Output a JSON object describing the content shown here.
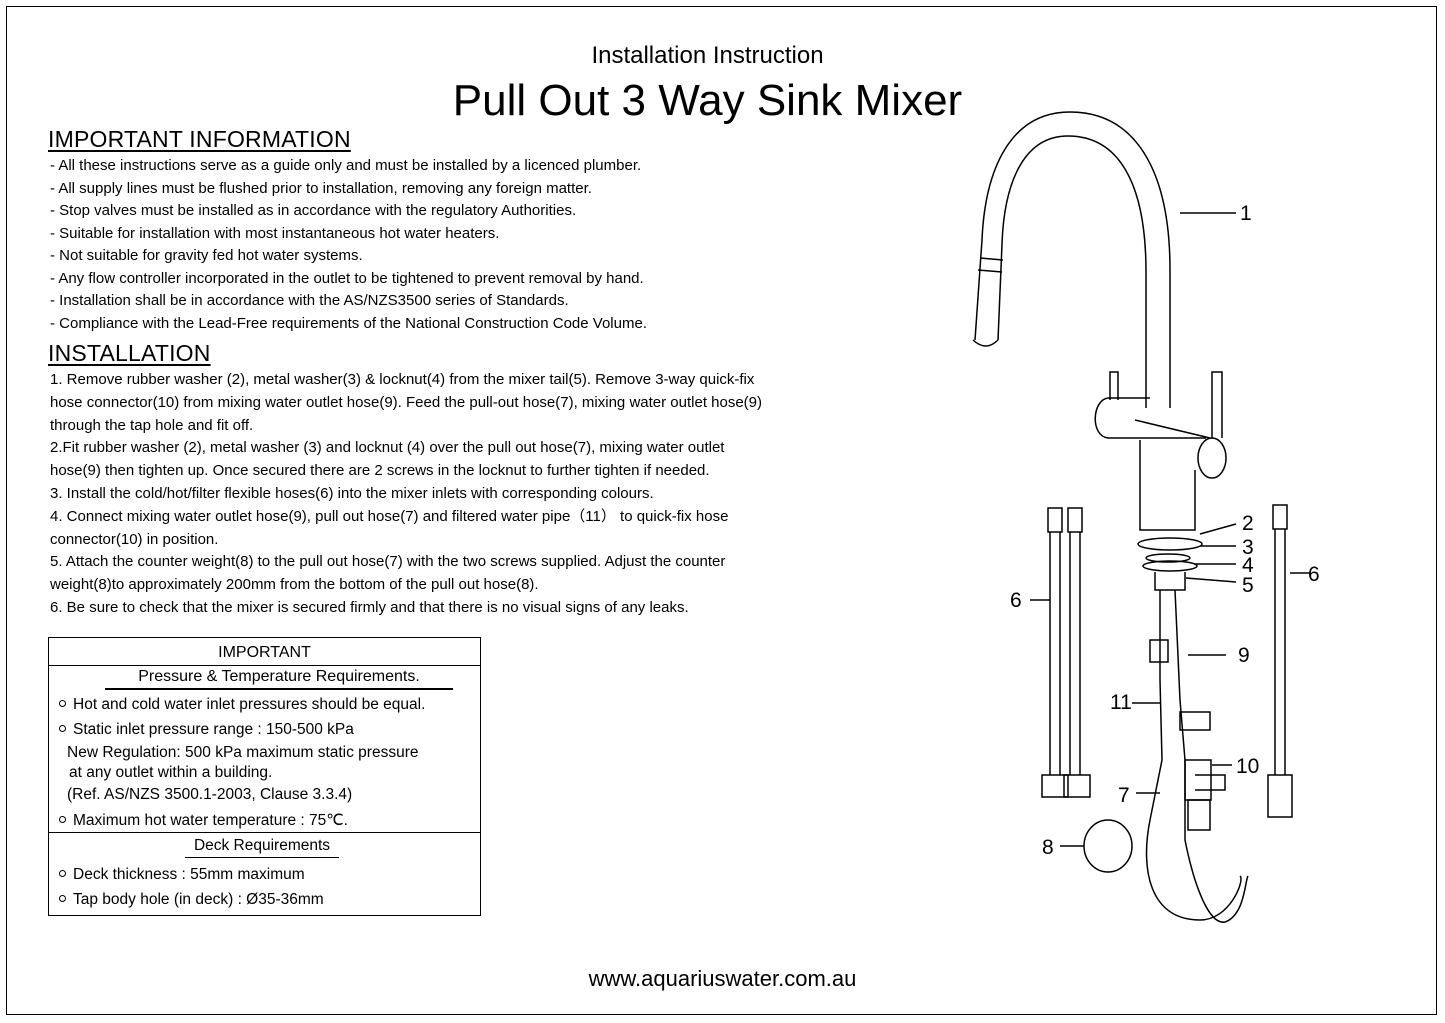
{
  "header": {
    "subtitle": "Installation Instruction",
    "title": "Pull Out 3 Way Sink Mixer"
  },
  "important_information": {
    "heading": "IMPORTANT INFORMATION",
    "items": [
      "- All these instructions serve as a guide only and must be installed by a licenced plumber.",
      "- All supply lines must be flushed prior to installation, removing any foreign matter.",
      "- Stop valves must be installed as in accordance with the regulatory Authorities.",
      "- Suitable for installation with most instantaneous hot water heaters.",
      "- Not suitable for gravity fed hot water systems.",
      "- Any flow controller incorporated in the outlet to be tightened to prevent removal by hand.",
      "- Installation shall be in accordance with the AS/NZS3500 series of Standards.",
      "- Compliance with the Lead-Free requirements of the National Construction Code Volume."
    ]
  },
  "installation": {
    "heading": "INSTALLATION",
    "lines": [
      "1. Remove rubber washer (2), metal washer(3) & locknut(4) from the mixer tail(5). Remove 3-way quick-fix",
      "hose connector(10) from mixing water outlet hose(9). Feed the pull-out hose(7), mixing water outlet hose(9)",
      "through the tap hole and fit off.",
      "2.Fit rubber washer (2), metal washer (3) and locknut (4) over the pull out hose(7), mixing water outlet",
      "hose(9) then tighten up. Once secured there are 2 screws in the locknut to further tighten if needed.",
      "3. Install the cold/hot/filter flexible hoses(6) into the mixer inlets with corresponding colours.",
      "4. Connect mixing water outlet hose(9), pull out hose(7) and filtered water pipe（11） to quick-fix hose",
      "connector(10) in position.",
      "5. Attach the counter weight(8) to the pull out hose(7) with the two screws supplied. Adjust the counter",
      "weight(8)to approximately 200mm from the bottom of the pull out hose(8).",
      "6. Be sure to check that the mixer is secured firmly and that there is no visual signs of any leaks."
    ]
  },
  "important_box": {
    "heading": "IMPORTANT",
    "pressure_title": "Pressure & Temperature Requirements.",
    "bullet_1": "Hot and cold water inlet pressures should be equal.",
    "bullet_2": "Static inlet pressure range : 150-500 kPa",
    "reg_1": "New Regulation: 500 kPa maximum static pressure",
    "reg_2": "at any outlet within a building.",
    "reg_3": "(Ref. AS/NZS 3500.1-2003, Clause 3.3.4)",
    "bullet_3": "Maximum hot water temperature : 75℃.",
    "deck_title": "Deck Requirements",
    "bullet_4": "Deck thickness : 55mm maximum",
    "bullet_5": "Tap body hole (in deck) : Ø35-36mm"
  },
  "diagram_labels": {
    "l1": "1",
    "l2": "2",
    "l3": "3",
    "l4": "4",
    "l5": "5",
    "l6a": "6",
    "l6b": "6",
    "l7": "7",
    "l8": "8",
    "l9": "9",
    "l10": "10",
    "l11": "11"
  },
  "footer": {
    "url": "www.aquariuswater.com.au"
  }
}
